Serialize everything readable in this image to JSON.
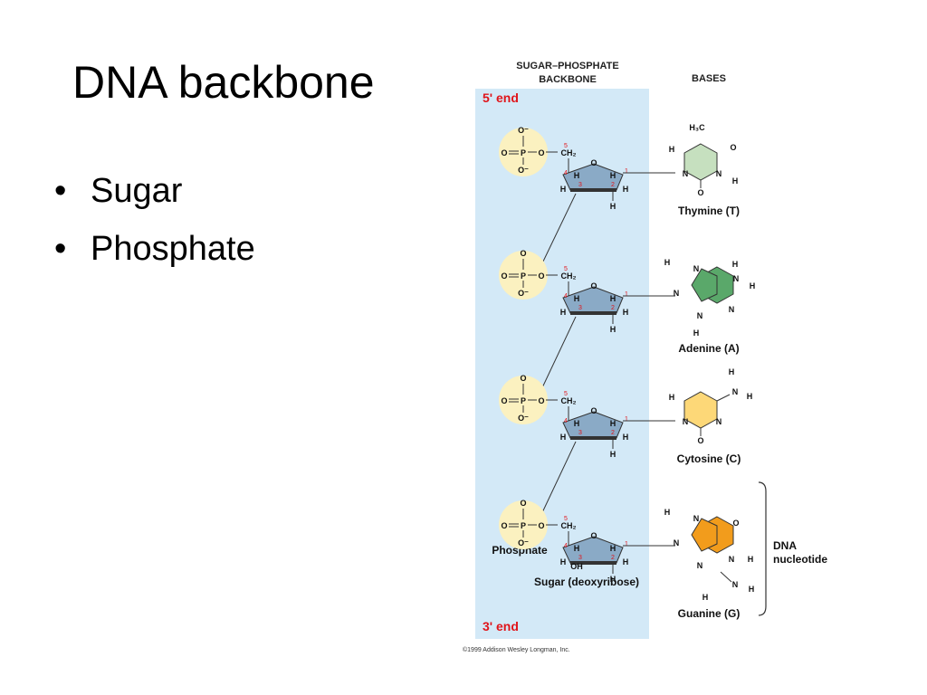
{
  "slide": {
    "title": "DNA backbone",
    "bullets": [
      "Sugar",
      "Phosphate"
    ]
  },
  "diagram": {
    "header_backbone_line1": "SUGAR–PHOSPHATE",
    "header_backbone_line2": "BACKBONE",
    "header_bases": "BASES",
    "five_prime_end": "5' end",
    "three_prime_end": "3' end",
    "label_phosphate": "Phosphate",
    "label_sugar": "Sugar (deoxyribose)",
    "label_dna_nucleotide_line1": "DNA",
    "label_dna_nucleotide_line2": "nucleotide",
    "copyright": "©1999 Addison Wesley Longman, Inc.",
    "atom_O": "O",
    "atom_O_minus": "O⁻",
    "atom_P": "P",
    "atom_CH2": "CH₂",
    "atom_H": "H",
    "atom_N": "N",
    "atom_OH": "OH",
    "atom_H3C": "H₃C",
    "carbon_5": "5",
    "carbon_4": "4",
    "carbon_3": "3",
    "carbon_2": "2",
    "carbon_1": "1",
    "bases": [
      {
        "name": "Thymine (T)",
        "color": "#c6e0bf"
      },
      {
        "name": "Adenine (A)",
        "color": "#5aa86a"
      },
      {
        "name": "Cytosine (C)",
        "color": "#fdd878"
      },
      {
        "name": "Guanine (G)",
        "color": "#f29c1c"
      }
    ],
    "colors": {
      "backbone_panel": "#d3e9f7",
      "phosphate_circle": "#fbf1c0",
      "sugar_ring": "#8aaac6",
      "end_label": "#e0141a",
      "carbon_number": "#e0141a"
    }
  }
}
